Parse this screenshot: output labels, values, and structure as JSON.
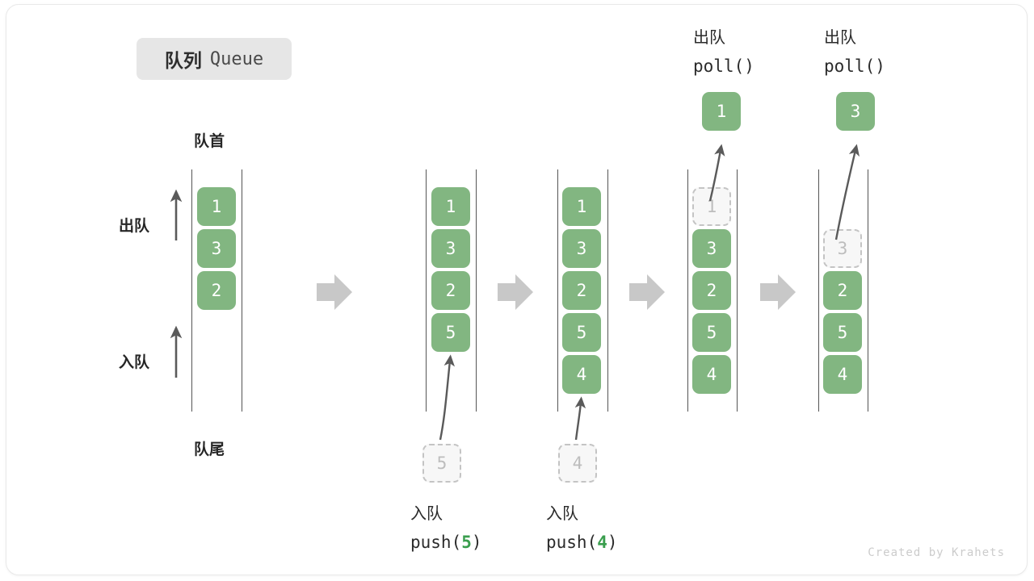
{
  "title": {
    "cn": "队列",
    "en": "Queue"
  },
  "labels": {
    "front": "队首",
    "rear": "队尾",
    "dequeue": "出队",
    "enqueue": "入队"
  },
  "footer": "Created by Krahets",
  "colors": {
    "element_green": "#82b681",
    "ghost_fill": "#f7f7f7",
    "ghost_border": "#c4c4c4",
    "rail": "#555555",
    "arrow_block": "#c8c8c8",
    "arrow_thin": "#5a5a5a",
    "badge_bg": "#e6e6e6",
    "code_accent": "#3a9e4e",
    "footer_text": "#cccccc"
  },
  "stages": [
    {
      "id": "initial",
      "items": [
        "1",
        "3",
        "2"
      ],
      "ghost": null,
      "popped": null,
      "operation_cn": null,
      "operation_code": null
    },
    {
      "id": "push-5",
      "items": [
        "1",
        "3",
        "2",
        "5"
      ],
      "ghost": "5",
      "popped": null,
      "operation_cn": "入队",
      "operation_code_prefix": "push(",
      "operation_code_num": "5",
      "operation_code_suffix": ")"
    },
    {
      "id": "push-4",
      "items": [
        "1",
        "3",
        "2",
        "5",
        "4"
      ],
      "ghost": "4",
      "popped": null,
      "operation_cn": "入队",
      "operation_code_prefix": "push(",
      "operation_code_num": "4",
      "operation_code_suffix": ")"
    },
    {
      "id": "poll-1",
      "items": [
        "3",
        "2",
        "5",
        "4"
      ],
      "ghost": "1",
      "popped": "1",
      "operation_cn": "出队",
      "operation_code_prefix": "poll(",
      "operation_code_num": "",
      "operation_code_suffix": ")"
    },
    {
      "id": "poll-3",
      "items": [
        "2",
        "5",
        "4"
      ],
      "ghost": "3",
      "popped": "3",
      "operation_cn": "出队",
      "operation_code_prefix": "poll(",
      "operation_code_num": "",
      "operation_code_suffix": ")"
    }
  ],
  "flow_arrows": 4
}
